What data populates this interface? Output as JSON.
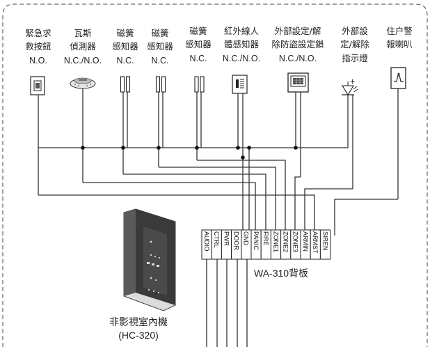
{
  "devices": [
    {
      "name_line1": "緊急求",
      "name_line2": "救按鈕",
      "contact": "N.O.",
      "icon": "emergency-button-icon"
    },
    {
      "name_line1": "瓦斯",
      "name_line2": "偵測器",
      "contact": "N.C./N.O.",
      "icon": "gas-detector-icon"
    },
    {
      "name_line1": "磁簧",
      "name_line2": "感知器",
      "contact": "N.C.",
      "icon": "magnetic-sensor-icon"
    },
    {
      "name_line1": "磁簧",
      "name_line2": "感知器",
      "contact": "N.C.",
      "icon": "magnetic-sensor-icon"
    },
    {
      "name_line1": "磁簧",
      "name_line2": "感知器",
      "contact": "N.C.",
      "icon": "magnetic-sensor-icon"
    },
    {
      "name_line1": "紅外線人",
      "name_line2": "體感知器",
      "contact": "N.C./N.O.",
      "icon": "pir-sensor-icon"
    },
    {
      "name_line1": "外部設定/解",
      "name_line2": "除防盜設定鎖",
      "contact": "N.C./N.O.",
      "icon": "keypad-lock-icon"
    },
    {
      "name_line1": "外部設",
      "name_line2": "定/解除",
      "name_line3": "指示燈",
      "icon": "indicator-lamp-icon"
    },
    {
      "name_line1": "住户警",
      "name_line2": "報喇叭",
      "icon": "siren-speaker-icon"
    }
  ],
  "terminals": [
    "AUDIO",
    "CTRL",
    "PWR",
    "DOOR",
    "GND",
    "PANIC",
    "FIRE",
    "ZONE1",
    "ZONE2",
    "ZONE3",
    "ARMIN",
    "ARMST",
    "SIREN"
  ],
  "panel_label": "WA-310背板",
  "indoor_unit": {
    "name": "非影視室內機",
    "model": "(HC-320)"
  }
}
